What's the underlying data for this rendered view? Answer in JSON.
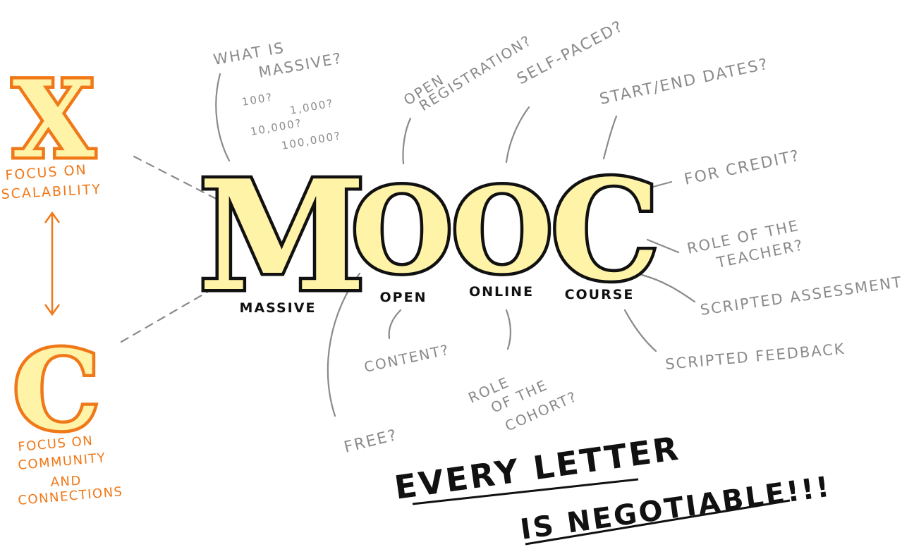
{
  "mooc": {
    "letter_m": "M",
    "letter_o1": "O",
    "letter_o2": "O",
    "letter_c": "C",
    "massive": "MASSIVE",
    "open": "OPEN",
    "online": "ONLINE",
    "course": "COURSE"
  },
  "left": {
    "x_letter": "X",
    "x_caption_1": "FOCUS ON",
    "x_caption_2": "SCALABILITY",
    "c_letter": "C",
    "c_caption_1": "FOCUS ON",
    "c_caption_2": "COMMUNITY",
    "c_caption_3": "AND",
    "c_caption_4": "CONNECTIONS"
  },
  "questions": {
    "what_is_1": "WHAT IS",
    "what_is_2": "MASSIVE?",
    "n100": "100?",
    "n1000": "1,000?",
    "n10000": "10,000?",
    "n100000": "100,000?",
    "open_reg_1": "OPEN",
    "open_reg_2": "REGISTRATION?",
    "self_paced": "SELF-PACED?",
    "start_end": "START/END DATES?",
    "for_credit": "FOR CREDIT?",
    "role_teacher_1": "ROLE OF THE",
    "role_teacher_2": "TEACHER?",
    "scripted_assessment": "SCRIPTED ASSESSMENT?",
    "scripted_feedback": "SCRIPTED FEEDBACK",
    "content": "CONTENT?",
    "role_cohort_1": "ROLE",
    "role_cohort_2": "OF THE",
    "role_cohort_3": "COHORT?",
    "free": "FREE?"
  },
  "footer": {
    "line1": "EVERY LETTER",
    "line2": "IS NEGOTIABLE!!!"
  },
  "colors": {
    "orange": "#f07818",
    "letter_fill": "#fff3a8",
    "gray": "#8a8a8a",
    "ink": "#111111"
  }
}
